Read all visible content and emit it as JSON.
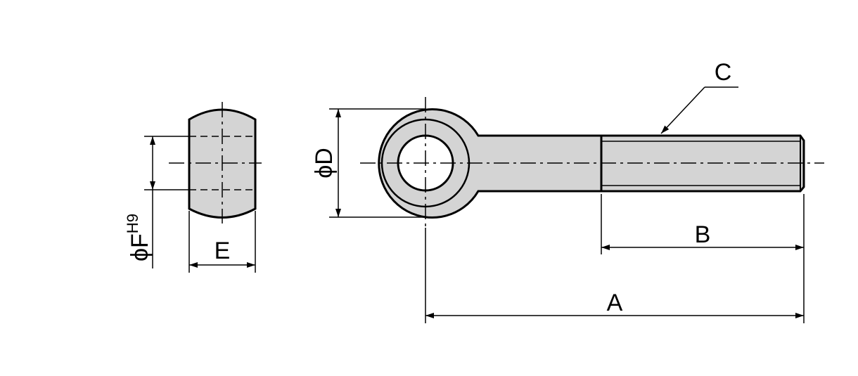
{
  "labels": {
    "a": "A",
    "b": "B",
    "c": "C",
    "d": "ϕD",
    "e": "E",
    "f": "ϕF",
    "f_tolerance": "H9"
  },
  "colors": {
    "part_fill": "#d4d4d4",
    "line": "#000000",
    "background": "#ffffff"
  }
}
